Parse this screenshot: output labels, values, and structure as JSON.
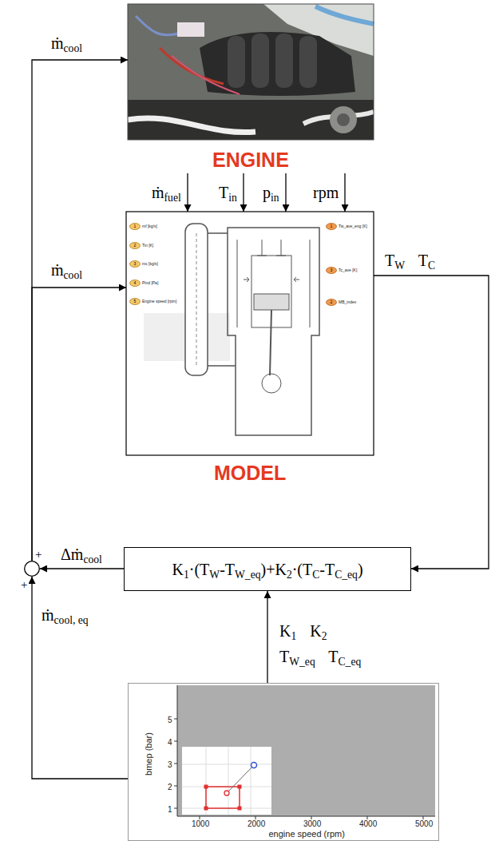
{
  "diagram": {
    "nodes": [
      {
        "text": [
          "ENGINE"
        ]
      },
      {
        "text": [
          "MODEL"
        ]
      },
      {
        "text": [
          "1",
          "mf [kg/s]"
        ],
        "in": 1
      },
      {
        "text": [
          "2",
          "Tin [K]"
        ],
        "in": 1
      },
      {
        "text": [
          "3",
          "mc [kg/s]"
        ],
        "in": 1
      },
      {
        "text": [
          "4",
          "Pind [Pa]"
        ],
        "in": 1
      },
      {
        "text": [
          "5",
          "Engine speed [rpm]"
        ],
        "in": 1
      },
      {
        "text": [
          "1",
          "Tw_ave_eng [K]"
        ],
        "in": 1
      },
      {
        "text": [
          "3",
          "Tc_ave [K]"
        ],
        "in": 1
      },
      {
        "text": [
          "2",
          "MB_index"
        ],
        "in": 1
      },
      {
        "text": [
          "K1·(TW-TW_eq)+K2·(TC-TC_eq)"
        ]
      },
      {
        "text": [
          "+",
          "+"
        ]
      },
      {
        "text": [
          "bmep (bar)",
          "1",
          "2",
          "3",
          "4",
          "5",
          "1000",
          "2000",
          "3000",
          "4000",
          "5000",
          "engine speed (rpm)"
        ]
      }
    ],
    "edges": [
      {
        "from": 0,
        "to": 1,
        "label": "ṁfuel",
        "arrow": "to"
      },
      {
        "from": 0,
        "to": 1,
        "label": "Tin",
        "arrow": "to"
      },
      {
        "from": 0,
        "to": 1,
        "label": "pin",
        "arrow": "to"
      },
      {
        "from": 0,
        "to": 1,
        "label": "rpm",
        "arrow": "to"
      },
      {
        "from": 1,
        "to": 10,
        "label": "TW TC",
        "arrow": "to"
      },
      {
        "from": 10,
        "to": 11,
        "label": "Δṁcool",
        "arrow": "to"
      },
      {
        "from": 11,
        "to": 0,
        "label": "ṁcool",
        "arrow": "to"
      },
      {
        "from": 11,
        "to": 1,
        "label": "ṁcool",
        "arrow": "to"
      },
      {
        "from": 12,
        "to": 11,
        "label": "ṁcool, eq",
        "arrow": "to"
      },
      {
        "from": 12,
        "to": 10,
        "label": "K1 K2",
        "arrow": "to"
      }
    ],
    "labels": [
      "TW_eq TC_eq"
    ]
  }
}
